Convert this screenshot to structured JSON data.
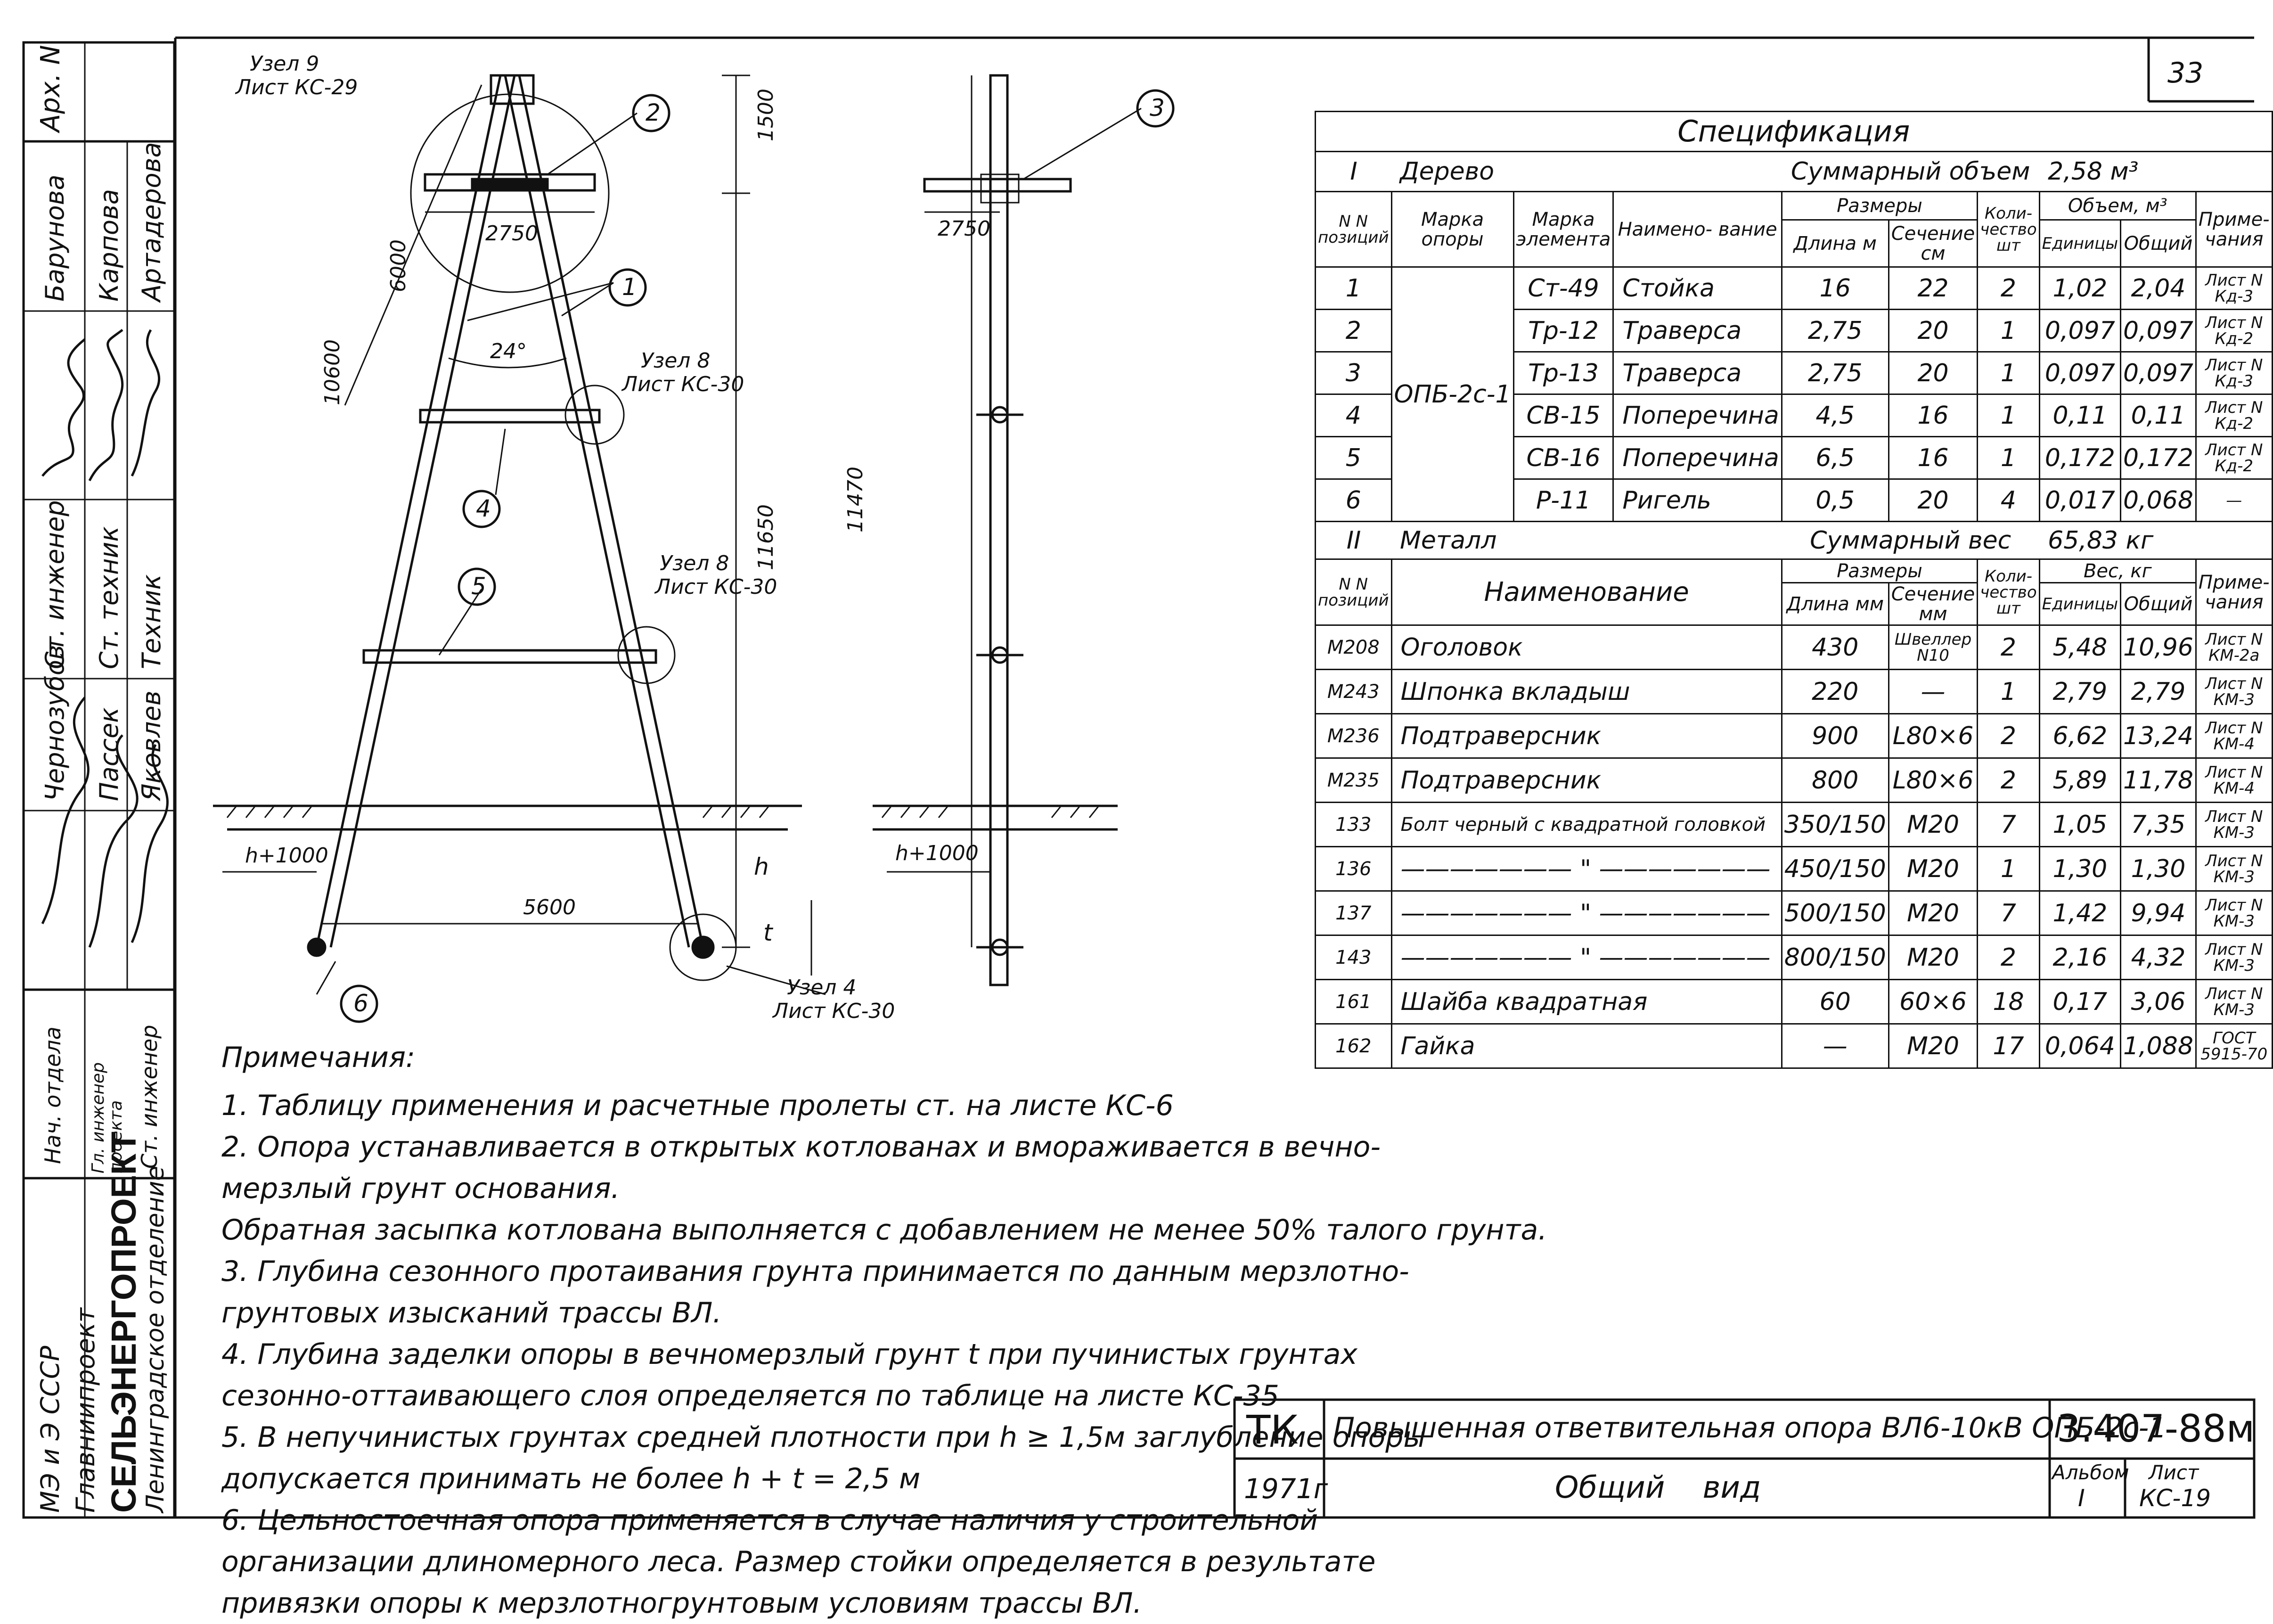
{
  "sheet_no_corner": "33",
  "stamp": {
    "arch": "Арх. N",
    "rows": [
      {
        "role": "Нач. отдела",
        "name": "Чернозубов"
      },
      {
        "role": "Ст. инженер",
        "name": "Барунова"
      },
      {
        "role": "Гл. инженер проекта",
        "name": "Пассек"
      },
      {
        "role": "Ст. техник",
        "name": "Карпова"
      },
      {
        "role": "Ст. инженер",
        "name": "Яковлев"
      },
      {
        "role": "Техник",
        "name": "Артадерова"
      }
    ],
    "org_line1": "МЭ и Э СССР",
    "org_line2": "Главниипроект",
    "org_line3": "СЕЛЬЭНЕРГОПРОЕКТ",
    "org_line4": "Ленинградское отделение"
  },
  "drawing": {
    "uzel9": "Узел 9",
    "uzel9_sheet": "Лист КС-29",
    "uzel8a": "Узел 8",
    "uzel8a_sheet": "Лист КС-30",
    "uzel8b": "Узел 8",
    "uzel8b_sheet": "Лист КС-30",
    "uzel4": "Узел 4",
    "uzel4_sheet": "Лист КС-30",
    "dim_1500": "1500",
    "dim_6000": "6000",
    "dim_10600": "10600",
    "dim_11650": "11650",
    "dim_11470": "11470",
    "dim_2750a": "2750",
    "dim_2750b": "2750",
    "dim_5600": "5600",
    "angle": "24°",
    "h1000a": "h+1000",
    "h1000b": "h+1000",
    "h": "h",
    "t": "t",
    "callouts": [
      "1",
      "2",
      "3",
      "4",
      "5",
      "6"
    ]
  },
  "spec": {
    "title": "Спецификация",
    "wood_num": "I",
    "wood_label": "Дерево",
    "wood_total_label": "Суммарный объем",
    "wood_total_value": "2,58 м³",
    "h_pos": "N N позиций",
    "h_mark_opory": "Марка опоры",
    "h_mark_elem": "Марка элемента",
    "h_name": "Наимено- вание",
    "h_sizes": "Размеры",
    "h_len_m": "Длина м",
    "h_sec_cm": "Сечение см",
    "h_qty": "Коли- чество шт",
    "h_vol": "Объем, м³",
    "h_unit": "Единицы",
    "h_total": "Общий",
    "h_note": "Приме- чания",
    "opora_mark": "ОПБ-2с-1",
    "wood_rows": [
      {
        "pos": "1",
        "mark": "Ст-49",
        "name": "Стойка",
        "len": "16",
        "sec": "22",
        "qty": "2",
        "unit": "1,02",
        "total": "2,04",
        "note": "Лист N Кд-3"
      },
      {
        "pos": "2",
        "mark": "Тр-12",
        "name": "Траверса",
        "len": "2,75",
        "sec": "20",
        "qty": "1",
        "unit": "0,097",
        "total": "0,097",
        "note": "Лист N Кд-2"
      },
      {
        "pos": "3",
        "mark": "Тр-13",
        "name": "Траверса",
        "len": "2,75",
        "sec": "20",
        "qty": "1",
        "unit": "0,097",
        "total": "0,097",
        "note": "Лист N Кд-3"
      },
      {
        "pos": "4",
        "mark": "СВ-15",
        "name": "Поперечина",
        "len": "4,5",
        "sec": "16",
        "qty": "1",
        "unit": "0,11",
        "total": "0,11",
        "note": "Лист N Кд-2"
      },
      {
        "pos": "5",
        "mark": "СВ-16",
        "name": "Поперечина",
        "len": "6,5",
        "sec": "16",
        "qty": "1",
        "unit": "0,172",
        "total": "0,172",
        "note": "Лист N Кд-2"
      },
      {
        "pos": "6",
        "mark": "Р-11",
        "name": "Ригель",
        "len": "0,5",
        "sec": "20",
        "qty": "4",
        "unit": "0,017",
        "total": "0,068",
        "note": "—"
      }
    ],
    "metal_num": "II",
    "metal_label": "Металл",
    "metal_total_label": "Суммарный вес",
    "metal_total_value": "65,83 кг",
    "h_name2": "Наименование",
    "h_len_mm": "Длина мм",
    "h_sec_mm": "Сечение мм",
    "h_weight": "Вес, кг",
    "metal_rows": [
      {
        "pos": "М208",
        "name": "Оголовок",
        "len": "430",
        "sec": "Швеллер N10",
        "qty": "2",
        "unit": "5,48",
        "total": "10,96",
        "note": "Лист N КМ-2а"
      },
      {
        "pos": "М243",
        "name": "Шпонка вкладыш",
        "len": "220",
        "sec": "—",
        "qty": "1",
        "unit": "2,79",
        "total": "2,79",
        "note": "Лист N КМ-3"
      },
      {
        "pos": "М236",
        "name": "Подтраверсник",
        "len": "900",
        "sec": "L80×6",
        "qty": "2",
        "unit": "6,62",
        "total": "13,24",
        "note": "Лист N КМ-4"
      },
      {
        "pos": "М235",
        "name": "Подтраверсник",
        "len": "800",
        "sec": "L80×6",
        "qty": "2",
        "unit": "5,89",
        "total": "11,78",
        "note": "Лист N КМ-4"
      },
      {
        "pos": "133",
        "name": "Болт черный с квадратной головкой",
        "len": "350/150",
        "sec": "М20",
        "qty": "7",
        "unit": "1,05",
        "total": "7,35",
        "note": "Лист N КМ-3"
      },
      {
        "pos": "136",
        "name": "——————— \" ———————",
        "len": "450/150",
        "sec": "М20",
        "qty": "1",
        "unit": "1,30",
        "total": "1,30",
        "note": "Лист N КМ-3"
      },
      {
        "pos": "137",
        "name": "——————— \" ———————",
        "len": "500/150",
        "sec": "М20",
        "qty": "7",
        "unit": "1,42",
        "total": "9,94",
        "note": "Лист N КМ-3"
      },
      {
        "pos": "143",
        "name": "——————— \" ———————",
        "len": "800/150",
        "sec": "М20",
        "qty": "2",
        "unit": "2,16",
        "total": "4,32",
        "note": "Лист N КМ-3"
      },
      {
        "pos": "161",
        "name": "Шайба квадратная",
        "len": "60",
        "sec": "60×6",
        "qty": "18",
        "unit": "0,17",
        "total": "3,06",
        "note": "Лист N КМ-3"
      },
      {
        "pos": "162",
        "name": "Гайка",
        "len": "—",
        "sec": "М20",
        "qty": "17",
        "unit": "0,064",
        "total": "1,088",
        "note": "ГОСТ 5915-70"
      }
    ]
  },
  "notes": {
    "title": "Примечания:",
    "lines": [
      "1. Таблицу применения и расчетные пролеты ст. на листе КС-6",
      "2. Опора устанавливается в открытых котлованах и вмораживается в вечно-",
      "мерзлый грунт основания.",
      "Обратная засыпка котлована выполняется с добавлением не менее 50% талого грунта.",
      "3. Глубина сезонного протаивания грунта принимается по данным мерзлотно-",
      "грунтовых изысканий трассы ВЛ.",
      "4. Глубина заделки опоры в вечномерзлый грунт t при пучинистых грунтах",
      "сезонно-оттаивающего слоя определяется по таблице на листе КС-35",
      "5. В непучинистых грунтах средней плотности при h ≥ 1,5м заглубление опоры",
      "допускается принимать не более h + t = 2,5 м",
      "6. Цельностоечная опора применяется в случае наличия у строительной",
      "организации длиномерного леса. Размер стойки определяется в результате",
      "привязки опоры к мерзлотногрунтовым условиям трассы ВЛ."
    ]
  },
  "title_block": {
    "tk": "ТК",
    "year": "1971г",
    "title": "Повышенная ответвительная опора ВЛ6-10кВ ОПБ-2с-1",
    "subtitle": "Общий вид",
    "code": "3.407-88м",
    "album_label": "Альбом",
    "album": "I",
    "sheet_label": "Лист",
    "sheet": "КС-19"
  }
}
